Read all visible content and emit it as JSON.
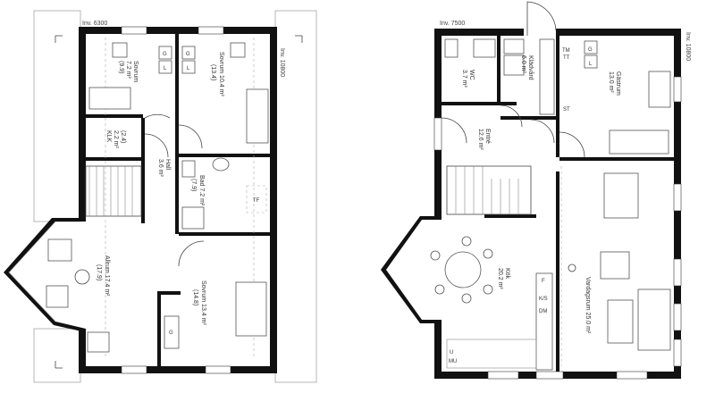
{
  "upper_floor": {
    "inv_width": "Inv. 6300",
    "inv_length": "Inv. 10800",
    "rooms": {
      "sovrum_a": {
        "name": "Sovrum",
        "area": "7.2 m²",
        "sub": "(9.9)"
      },
      "sovrum_b": {
        "name": "Sovrum 10.4 m²",
        "sub": "(13.4)"
      },
      "klk": {
        "name": "KLK",
        "area": "2.2 m²",
        "sub": "(2.4)"
      },
      "hall": {
        "name": "Hall",
        "area": "3.6 m²"
      },
      "bad": {
        "name": "Bad 7.2 m²",
        "sub": "(7.9)"
      },
      "allrum": {
        "name": "Allrum 17.4 m²",
        "sub": "(17.9)"
      },
      "sovrum_c": {
        "name": "Sovrum 13.4 m²",
        "sub": "(14.8)"
      }
    },
    "fixtures": {
      "g1": "G",
      "l1": "L",
      "g2": "G",
      "l2": "L",
      "tf": "TF",
      "g3": "G"
    }
  },
  "ground_floor": {
    "inv_width": "Inv. 7500",
    "inv_length": "Inv. 10800",
    "rooms": {
      "wc": {
        "name": "WC",
        "area": "3.7 m²"
      },
      "klk": {
        "name": "Klädvård",
        "area": "6.0 m²"
      },
      "gastrum": {
        "name": "Gästrum",
        "area": "13.0 m²"
      },
      "entre": {
        "name": "Entré",
        "area": "12.6 m²"
      },
      "kok": {
        "name": "Kök",
        "area": "20.2 m²"
      },
      "vardagsrum": {
        "name": "Vardagsrum 25.0 m²"
      }
    },
    "fixtures": {
      "tm": "TM",
      "tt": "TT",
      "st": "ST",
      "g": "G",
      "l": "L",
      "ks": "K/S",
      "dm": "DM",
      "f": "F",
      "u": "U",
      "mu": "MU"
    }
  }
}
